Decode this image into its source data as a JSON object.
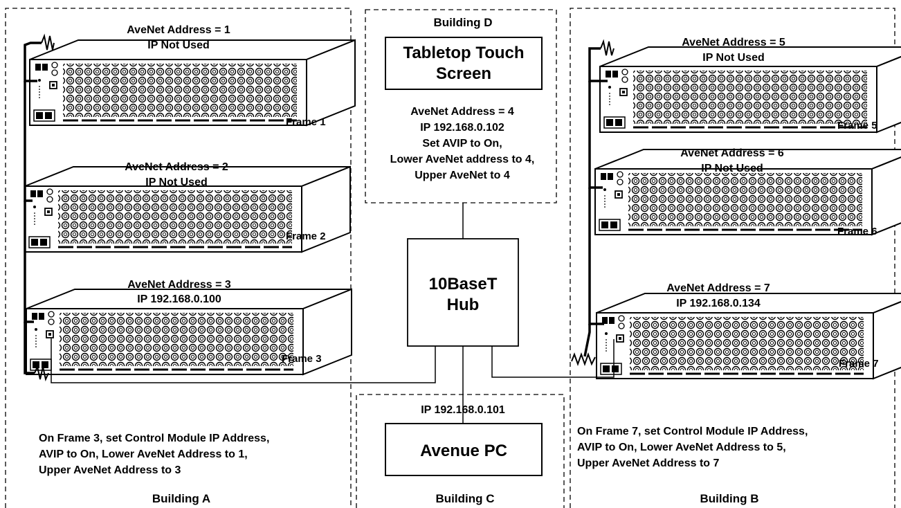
{
  "buildings": {
    "a": {
      "label": "Building A"
    },
    "b": {
      "label": "Building B"
    },
    "c": {
      "label": "Building C"
    },
    "d": {
      "label": "Building D"
    }
  },
  "frames": [
    {
      "label": "Frame 1",
      "address": "AveNet Address = 1",
      "ip": "IP Not Used"
    },
    {
      "label": "Frame 2",
      "address": "AveNet Address = 2",
      "ip": "IP Not Used"
    },
    {
      "label": "Frame 3",
      "address": "AveNet Address = 3",
      "ip": "IP 192.168.0.100"
    },
    {
      "label": "Frame 5",
      "address": "AveNet Address = 5",
      "ip": "IP Not Used"
    },
    {
      "label": "Frame 6",
      "address": "AveNet Address = 6",
      "ip": "IP Not Used"
    },
    {
      "label": "Frame 7",
      "address": "AveNet Address = 7",
      "ip": "IP 192.168.0.134"
    }
  ],
  "touchscreen": {
    "title_line1": "Tabletop Touch",
    "title_line2": "Screen",
    "info": [
      "AveNet Address = 4",
      "IP 192.168.0.102",
      "Set AVIP to On,",
      "Lower AveNet address to 4,",
      "Upper AveNet to 4"
    ]
  },
  "hub": {
    "line1": "10BaseT",
    "line2": "Hub"
  },
  "pc": {
    "ip": "IP 192.168.0.101",
    "label": "Avenue PC"
  },
  "notes": {
    "a": [
      "On Frame 3, set Control Module IP Address,",
      "AVIP to On, Lower AveNet Address to 1,",
      "Upper AveNet Address  to 3"
    ],
    "b": [
      "On Frame 7, set Control Module IP Address,",
      "AVIP to On, Lower AveNet Address to 5,",
      "Upper AveNet Address  to 7"
    ]
  }
}
